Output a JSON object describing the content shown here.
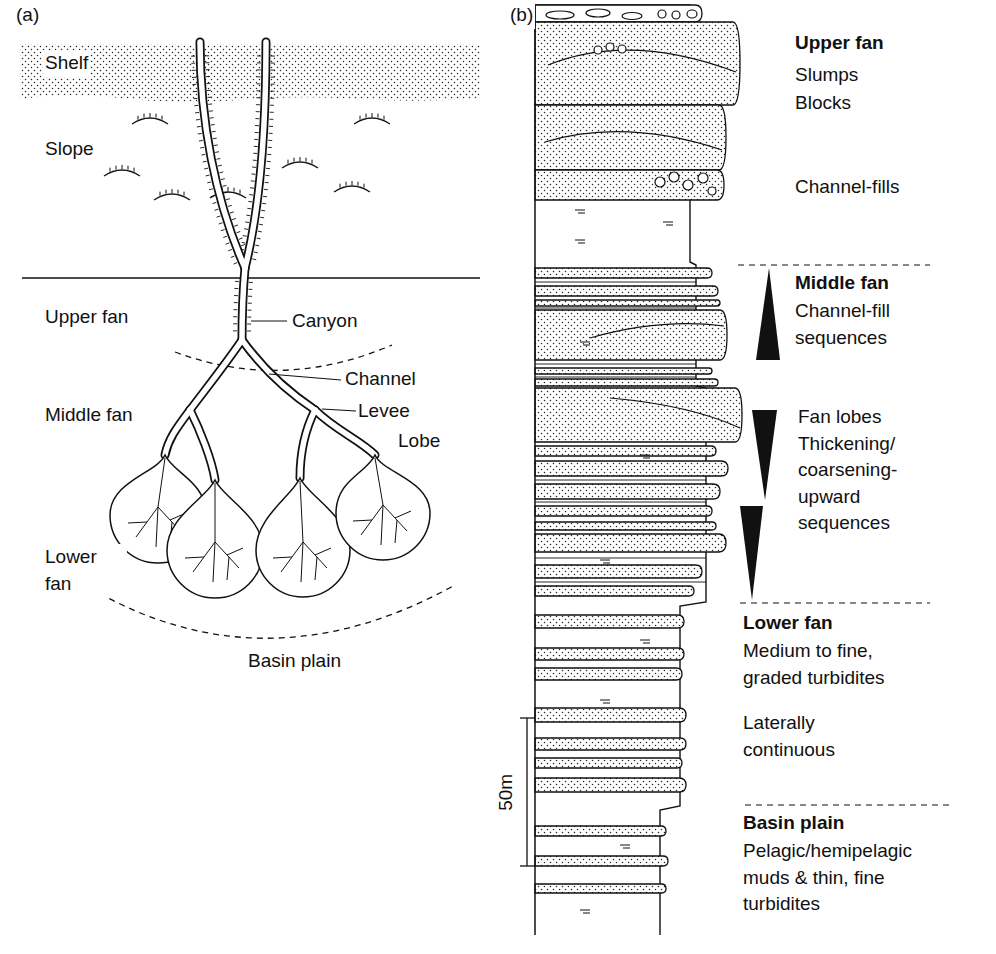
{
  "diagram": {
    "labels": [
      "(a)",
      "(b)",
      "Shelf",
      "Slope",
      "Upper fan",
      "Canyon",
      "Middle fan",
      "Channel",
      "Levee",
      "Lobe",
      "Lower fan",
      "Basin plain",
      "Upper fan",
      "Slumps",
      "Blocks",
      "Channel-fills",
      "Middle fan",
      "Channel-fill sequences",
      "Fan lobes Thickening/ coarsening- upward sequences",
      "Lower fan",
      "Medium to fine, graded turbidites",
      "Laterally continuous",
      "Basin plain",
      "Pelagic/hemipelagic muds & thin, fine turbidites",
      "50m"
    ]
  }
}
